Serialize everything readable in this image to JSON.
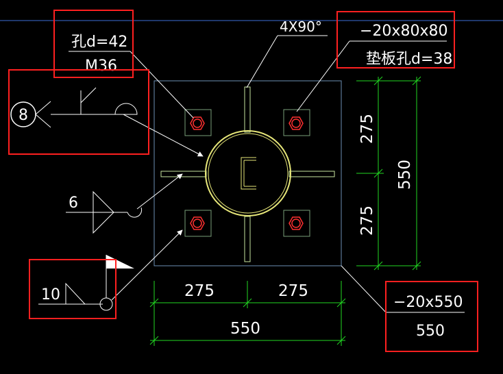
{
  "annotations": {
    "hole_label": "孔d=42",
    "bolt_label": "M36",
    "angle_label": "4X90°",
    "washer_size": "−20x80x80",
    "washer_hole": "垫板孔d=38",
    "weld_symbol_number": "8",
    "fillet_weld_size": "6",
    "stiffener_weld_size": "10",
    "base_plate_size": "−20x550",
    "base_plate_length": "550"
  },
  "dimensions": {
    "right_upper": "275",
    "right_lower": "275",
    "right_total": "550",
    "bottom_left": "275",
    "bottom_right": "275",
    "bottom_total": "550"
  },
  "colors": {
    "background": "#000000",
    "text": "#ffffff",
    "plate_outline": "#6b8fb5",
    "dimension_line": "#22d822",
    "stiffener": "#c8e6a0",
    "column_ring": "#e8e87a",
    "bolt": "#ff3030",
    "highlight_box": "#ff2020",
    "top_line": "#3b6ed6"
  }
}
